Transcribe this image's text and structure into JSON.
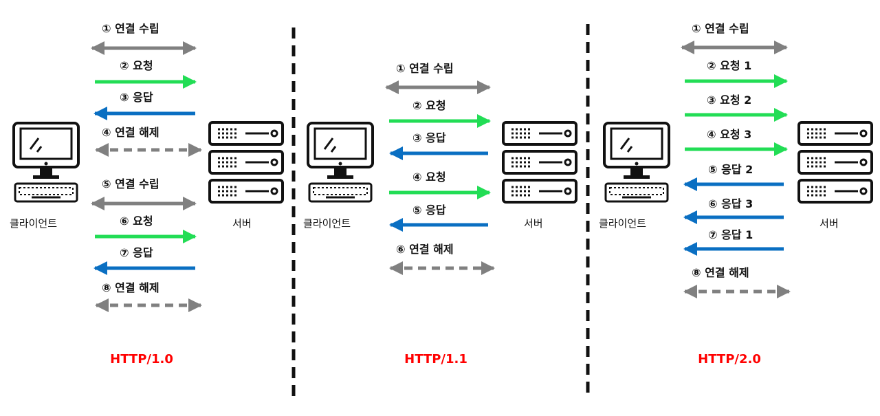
{
  "colors": {
    "connection": "#808080",
    "request": "#22dd55",
    "response": "#0a6fc2",
    "version_label": "#ff0000",
    "divider": "#111111",
    "icon": "#111111"
  },
  "client_label": "클라이언트",
  "server_label": "서버",
  "panels": [
    {
      "version": "HTTP/1.0",
      "steps": [
        {
          "label": "① 연결 수립",
          "kind": "connect"
        },
        {
          "label": "② 요청",
          "kind": "request"
        },
        {
          "label": "③ 응답",
          "kind": "response"
        },
        {
          "label": "④ 연결 해제",
          "kind": "disconnect"
        },
        {
          "label": "⑤ 연결 수립",
          "kind": "connect"
        },
        {
          "label": "⑥ 요청",
          "kind": "request"
        },
        {
          "label": "⑦ 응답",
          "kind": "response"
        },
        {
          "label": "⑧ 연결 해제",
          "kind": "disconnect"
        }
      ]
    },
    {
      "version": "HTTP/1.1",
      "steps": [
        {
          "label": "① 연결 수립",
          "kind": "connect"
        },
        {
          "label": "② 요청",
          "kind": "request"
        },
        {
          "label": "③ 응답",
          "kind": "response"
        },
        {
          "label": "④ 요청",
          "kind": "request"
        },
        {
          "label": "⑤ 응답",
          "kind": "response"
        },
        {
          "label": "⑥ 연결 해제",
          "kind": "disconnect"
        }
      ]
    },
    {
      "version": "HTTP/2.0",
      "steps": [
        {
          "label": "① 연결 수립",
          "kind": "connect"
        },
        {
          "label": "② 요청 1",
          "kind": "request"
        },
        {
          "label": "③ 요청 2",
          "kind": "request"
        },
        {
          "label": "④ 요청 3",
          "kind": "request"
        },
        {
          "label": "⑤ 응답 2",
          "kind": "response"
        },
        {
          "label": "⑥ 응답 3",
          "kind": "response"
        },
        {
          "label": "⑦ 응답 1",
          "kind": "response"
        },
        {
          "label": "⑧ 연결 해제",
          "kind": "disconnect"
        }
      ]
    }
  ]
}
